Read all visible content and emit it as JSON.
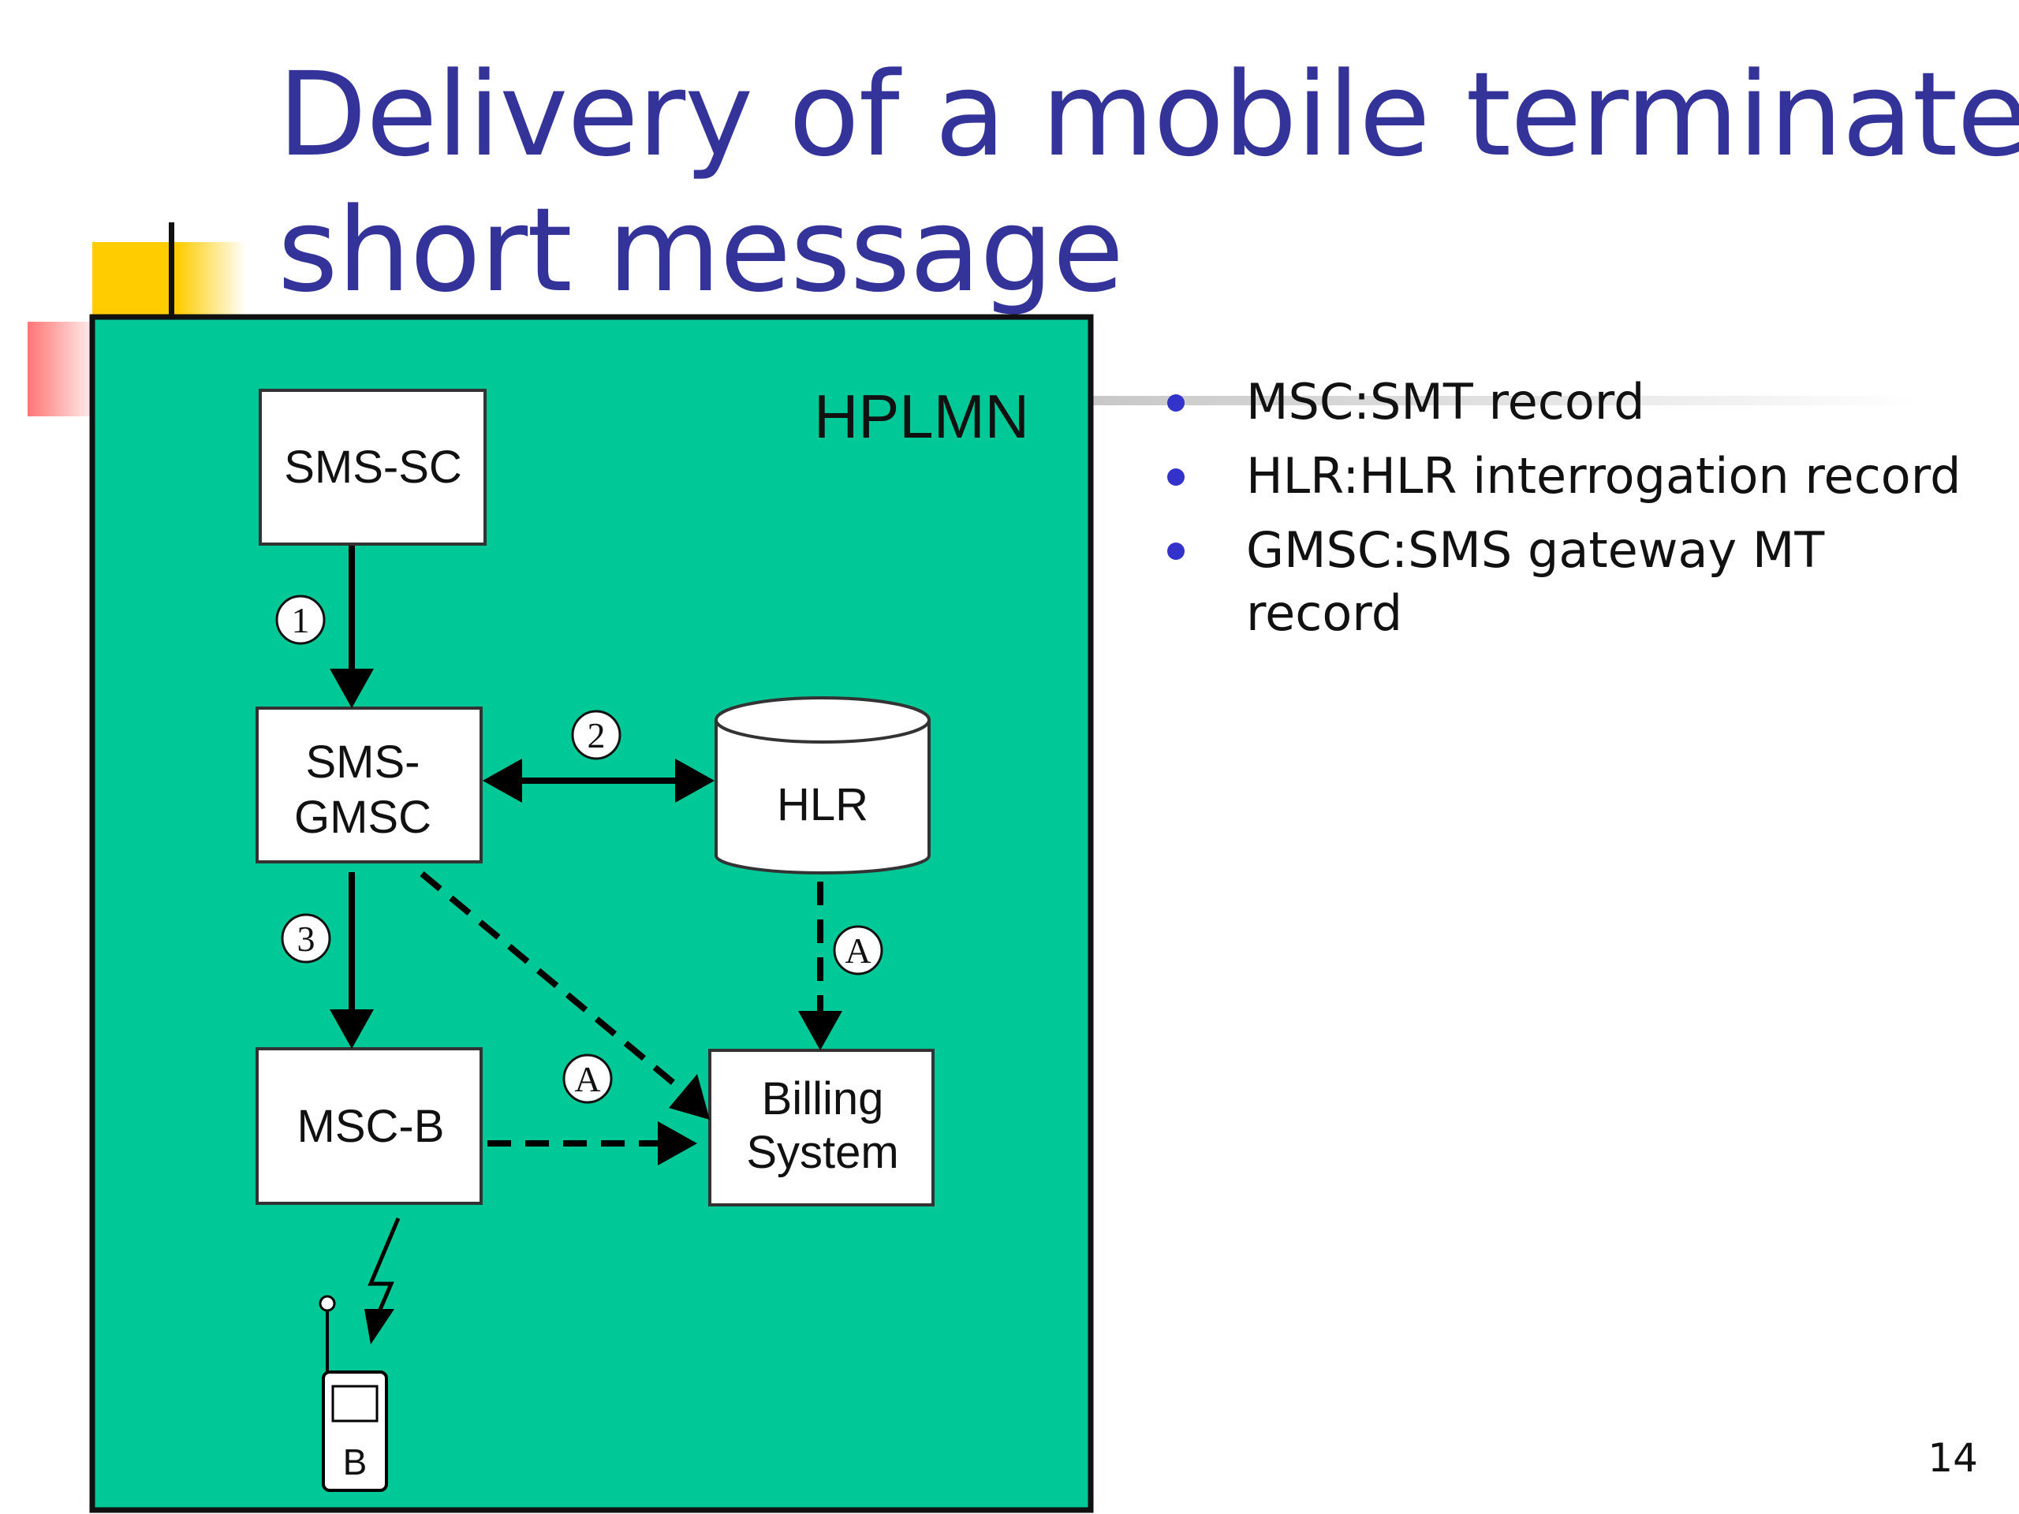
{
  "slide": {
    "title_line1": "Delivery of a mobile terminated",
    "title_line2": "short message",
    "page_number": "14"
  },
  "diagram": {
    "region_label": "HPLMN",
    "nodes": {
      "sms_sc": "SMS-SC",
      "sms_gmsc_line1": "SMS-",
      "sms_gmsc_line2": "GMSC",
      "hlr": "HLR",
      "msc_b": "MSC-B",
      "billing_line1": "Billing",
      "billing_line2": "System",
      "mobile": "B"
    },
    "steps": {
      "step1": "1",
      "step2": "2",
      "step3": "3",
      "record_hlr": "A",
      "record_gmsc": "A"
    }
  },
  "bullets": [
    "MSC:SMT record",
    "HLR:HLR interrogation record",
    "GMSC:SMS gateway MT record"
  ],
  "colors": {
    "title": "#33339a",
    "region_fill": "#00c896",
    "bullet": "#3333cc"
  }
}
